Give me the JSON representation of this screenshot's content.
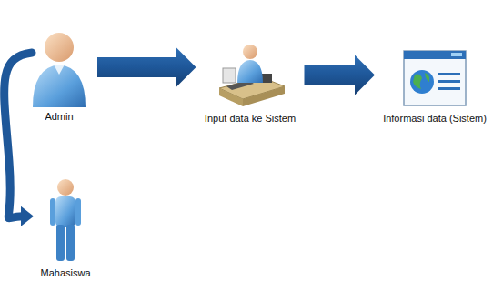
{
  "diagram": {
    "nodes": [
      {
        "text": [
          "Admin"
        ]
      },
      {
        "text": [
          "Input data ke Sistem"
        ]
      },
      {
        "text": [
          "Informasi data (Sistem)"
        ]
      },
      {
        "text": [
          "Mahasiswa"
        ]
      }
    ],
    "edges": [
      {
        "from": 0,
        "to": 1,
        "arrow": "to"
      },
      {
        "from": 1,
        "to": 2,
        "arrow": "to"
      },
      {
        "from": 0,
        "to": 3,
        "arrow": "to"
      }
    ]
  }
}
